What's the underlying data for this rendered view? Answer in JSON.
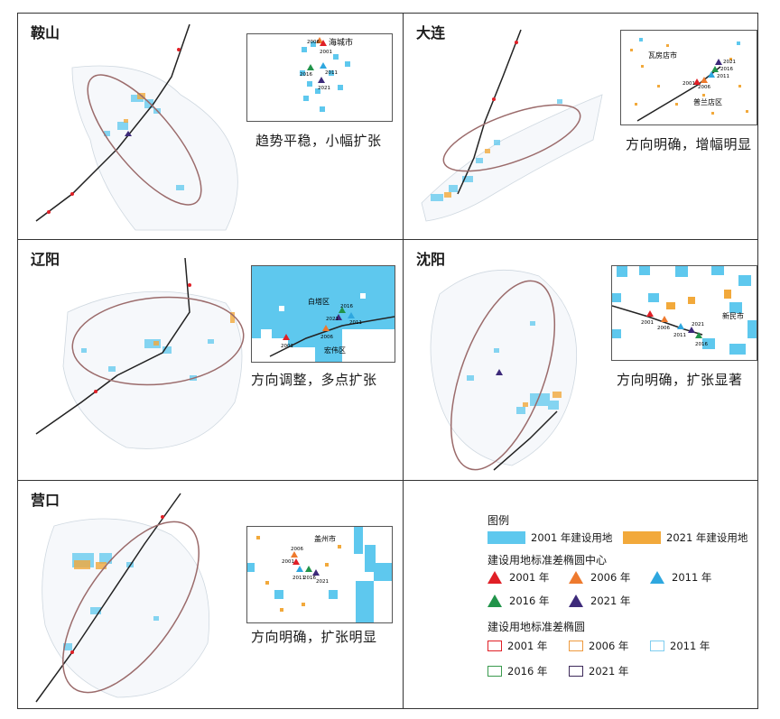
{
  "panels": [
    {
      "city": "鞍山",
      "caption": "趋势平稳，小幅扩张",
      "inset_label": "海城市",
      "years_inset": [
        "2006",
        "2001",
        "2016",
        "2011",
        "2021"
      ]
    },
    {
      "city": "大连",
      "caption": "方向明确，增幅明显",
      "inset_label": "瓦房店市",
      "inset_label2": "普兰店区",
      "years_inset": [
        "2021",
        "2016",
        "2011",
        "2006",
        "2001"
      ]
    },
    {
      "city": "辽阳",
      "caption": "方向调整，多点扩张",
      "inset_label": "白塔区",
      "inset_label2": "宏伟区",
      "years_inset": [
        "2016",
        "2021",
        "2011",
        "2006",
        "2001"
      ]
    },
    {
      "city": "沈阳",
      "caption": "方向明确，扩张显著",
      "inset_label": "新民市",
      "years_inset": [
        "2001",
        "2006",
        "2011",
        "2021",
        "2016"
      ]
    },
    {
      "city": "营口",
      "caption": "方向明确，扩张明显",
      "inset_label": "盖州市",
      "years_inset": [
        "2006",
        "2001",
        "2011",
        "2016",
        "2021"
      ]
    }
  ],
  "legend": {
    "title": "图例",
    "land": [
      {
        "label": "2001 年建设用地",
        "color": "#5ec8ee"
      },
      {
        "label": "2021 年建设用地",
        "color": "#f2a93b"
      }
    ],
    "centers_title": "建设用地标准差椭圆中心",
    "centers": [
      {
        "label": "2001 年",
        "color": "#e01f26"
      },
      {
        "label": "2006 年",
        "color": "#ee7a2e"
      },
      {
        "label": "2011 年",
        "color": "#2ea7df"
      },
      {
        "label": "2016 年",
        "color": "#21944a"
      },
      {
        "label": "2021 年",
        "color": "#3d2a7a"
      }
    ],
    "ellipse_title": "建设用地标准差椭圆",
    "ellipses": [
      {
        "label": "2001 年",
        "color": "#e01f26"
      },
      {
        "label": "2006 年",
        "color": "#ee9a3e"
      },
      {
        "label": "2011 年",
        "color": "#7fcdef"
      },
      {
        "label": "2016 年",
        "color": "#3a9a4e"
      },
      {
        "label": "2021 年",
        "color": "#3d2a5a"
      }
    ]
  }
}
